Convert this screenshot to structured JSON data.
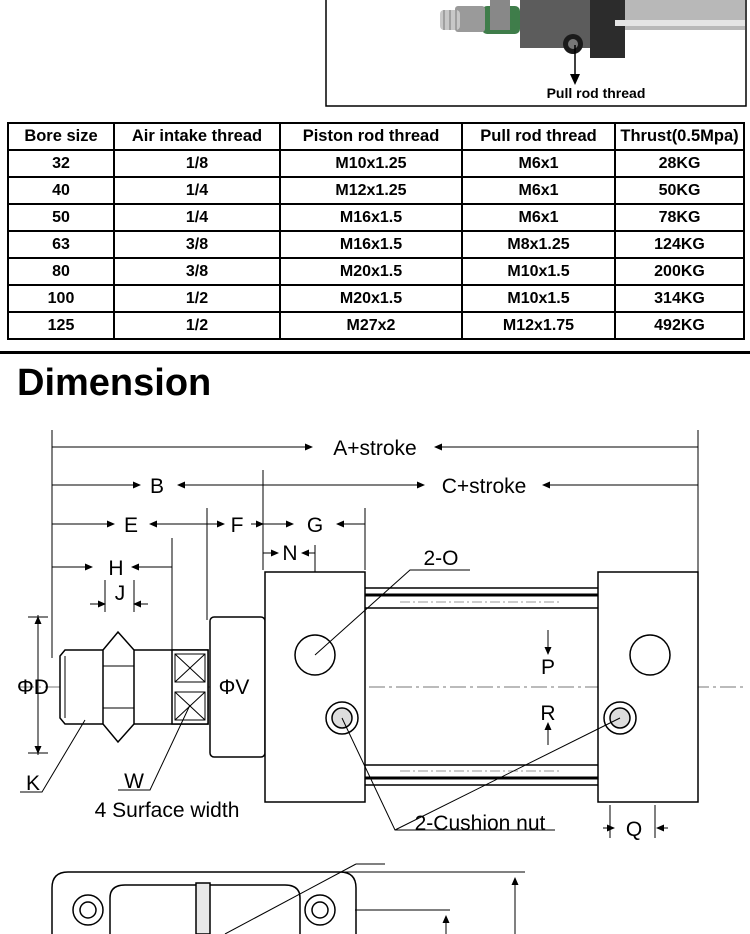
{
  "top_figure": {
    "callout": "Pull rod thread"
  },
  "table": {
    "headers": [
      "Bore size",
      "Air intake thread",
      "Piston rod thread",
      "Pull rod thread",
      "Thrust(0.5Mpa)"
    ],
    "rows": [
      [
        "32",
        "1/8",
        "M10x1.25",
        "M6x1",
        "28KG"
      ],
      [
        "40",
        "1/4",
        "M12x1.25",
        "M6x1",
        "50KG"
      ],
      [
        "50",
        "1/4",
        "M16x1.5",
        "M6x1",
        "78KG"
      ],
      [
        "63",
        "3/8",
        "M16x1.5",
        "M8x1.25",
        "124KG"
      ],
      [
        "80",
        "3/8",
        "M20x1.5",
        "M10x1.5",
        "200KG"
      ],
      [
        "100",
        "1/2",
        "M20x1.5",
        "M10x1.5",
        "314KG"
      ],
      [
        "125",
        "1/2",
        "M27x2",
        "M12x1.75",
        "492KG"
      ]
    ]
  },
  "section_title": "Dimension",
  "labels": {
    "a": "A+stroke",
    "b": "B",
    "c": "C+stroke",
    "e": "E",
    "f": "F",
    "g": "G",
    "h": "H",
    "j": "J",
    "n": "N",
    "o": "2-O",
    "d": "ΦD",
    "v": "ΦV",
    "p": "P",
    "r": "R",
    "k": "K",
    "w": "W",
    "surface": "4 Surface width",
    "cushion": "2-Cushion nut",
    "q": "Q"
  }
}
